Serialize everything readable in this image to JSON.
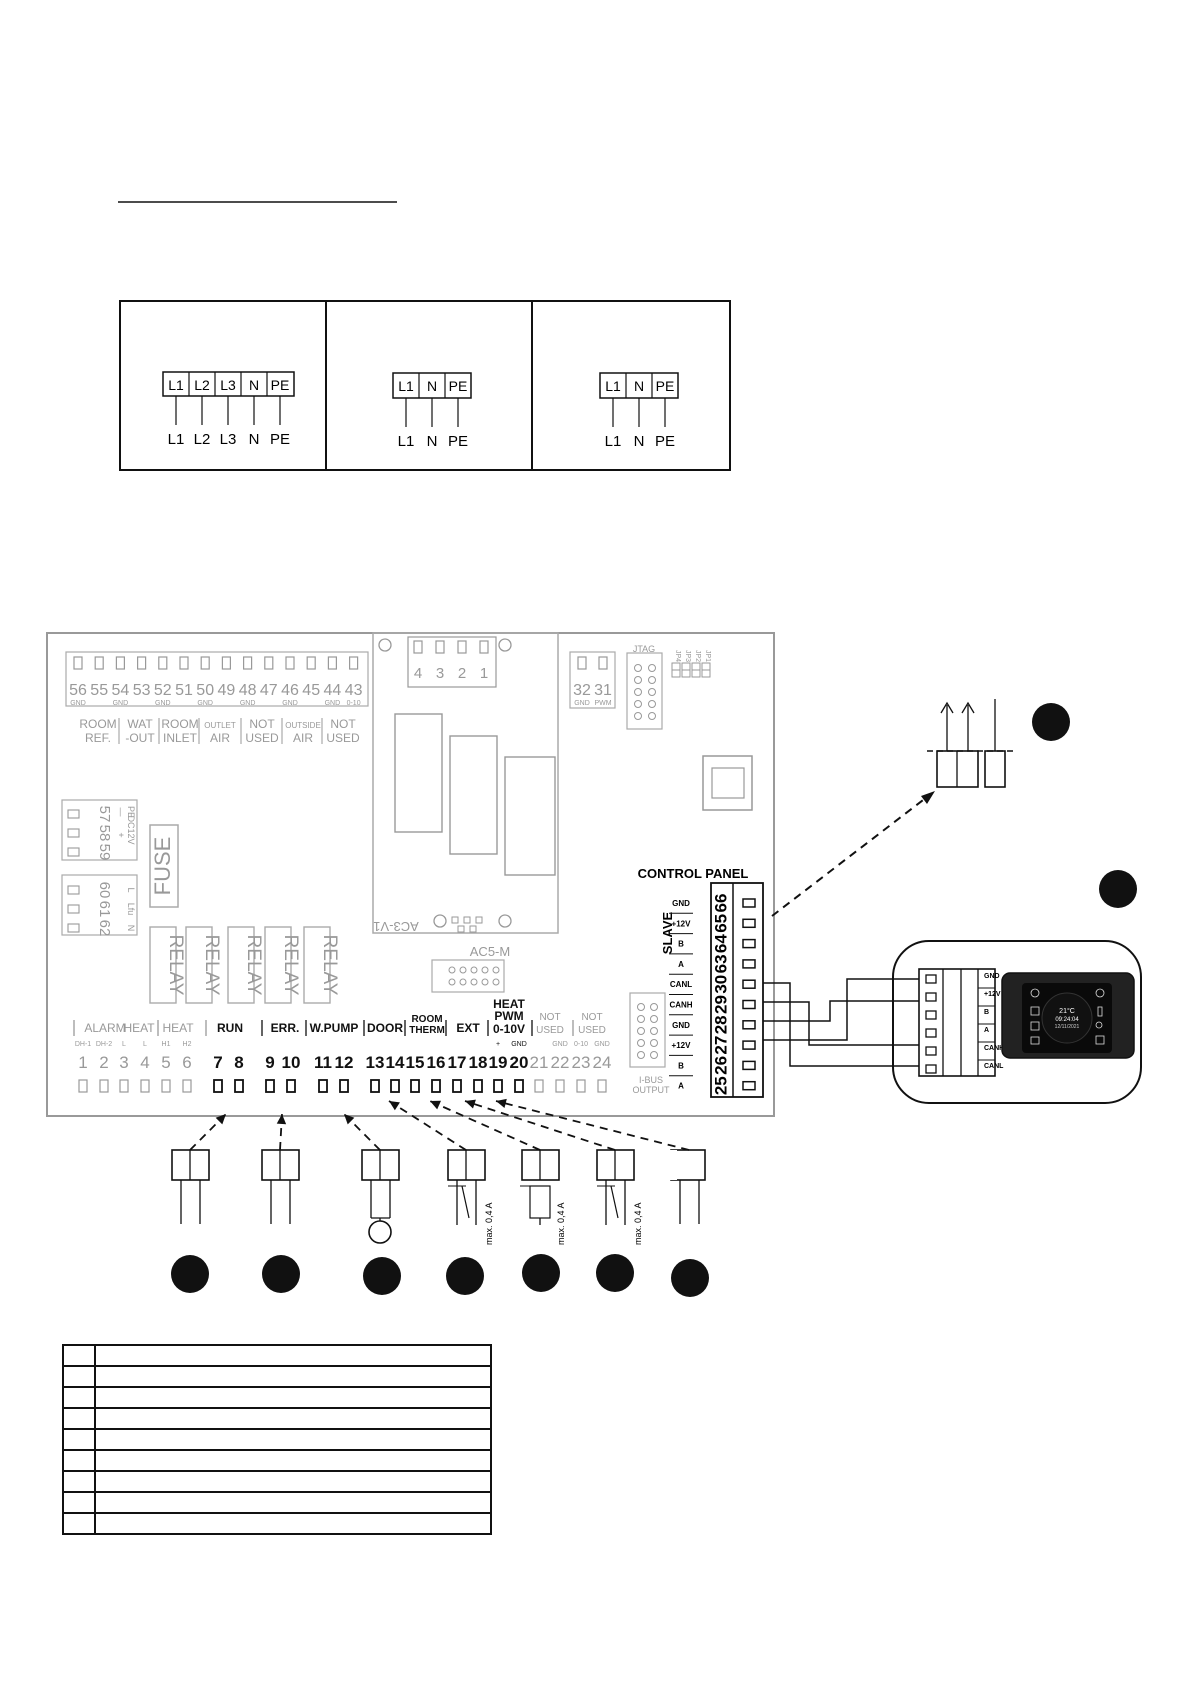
{
  "supply": {
    "boxes": [
      {
        "terminals": [
          "L1",
          "L2",
          "L3",
          "N",
          "PE"
        ],
        "wires": [
          "L1",
          "L2",
          "L3",
          "N",
          "PE"
        ]
      },
      {
        "terminals": [
          "L1",
          "N",
          "PE"
        ],
        "wires": [
          "L1",
          "N",
          "PE"
        ]
      },
      {
        "terminals": [
          "L1",
          "N",
          "PE"
        ],
        "wires": [
          "L1",
          "N",
          "PE"
        ]
      }
    ]
  },
  "board": {
    "top_terminals": [
      "56",
      "55",
      "54",
      "53",
      "52",
      "51",
      "50",
      "49",
      "48",
      "47",
      "46",
      "45",
      "44",
      "43"
    ],
    "top_sublabels": [
      "GND",
      "GND",
      "GND",
      "GND",
      "GND",
      "GND",
      "GND",
      "0-10"
    ],
    "top_groups": [
      {
        "line1": "ROOM",
        "line2": "REF."
      },
      {
        "line1": "WAT",
        "line2": "-OUT"
      },
      {
        "line1": "ROOM",
        "line2": "INLET"
      },
      {
        "line1": "OUTLET",
        "line2": "AIR"
      },
      {
        "line1": "NOT",
        "line2": "USED"
      },
      {
        "line1": "OUTSIDE",
        "line2": "AIR"
      },
      {
        "line1": "NOT",
        "line2": "USED"
      }
    ],
    "module_terminals": [
      "4",
      "3",
      "2",
      "1"
    ],
    "module_label": "AC3-V1",
    "connector_label": "AC5-M",
    "pwm_terminals": [
      "32",
      "31"
    ],
    "pwm_sublabels": [
      "GND",
      "PWM"
    ],
    "jtag_label": "JTAG",
    "jumpers": [
      "JP4",
      "JP3",
      "JP2",
      "JP1"
    ],
    "left_terminals_a": [
      "57",
      "58",
      "59"
    ],
    "left_labels_a": [
      "PE",
      "DC12V",
      "—",
      "+"
    ],
    "left_terminals_b": [
      "60",
      "61",
      "62"
    ],
    "left_labels_b": [
      "L",
      "Lfu",
      "N"
    ],
    "fuse_label": "FUSE",
    "relays": [
      "RELAY",
      "RELAY",
      "RELAY",
      "RELAY",
      "RELAY"
    ],
    "bottom_terminals": [
      "1",
      "2",
      "3",
      "4",
      "5",
      "6",
      "7",
      "8",
      "9",
      "10",
      "11",
      "12",
      "13",
      "14",
      "15",
      "16",
      "17",
      "18",
      "19",
      "20",
      "21",
      "22",
      "23",
      "24"
    ],
    "bottom_sublabels": [
      "DH-1",
      "DH-2",
      "L",
      "L",
      "H1",
      "H2",
      "+",
      "GND",
      "GND",
      "0-10",
      "GND"
    ],
    "bottom_groups": [
      {
        "line1": "ALARM",
        "line2": "",
        "active": false
      },
      {
        "line1": "HEAT",
        "line2": "",
        "active": false
      },
      {
        "line1": "HEAT",
        "line2": "",
        "active": false
      },
      {
        "line1": "RUN",
        "line2": "",
        "active": true
      },
      {
        "line1": "ERR.",
        "line2": "",
        "active": true
      },
      {
        "line1": "W.PUMP",
        "line2": "",
        "active": true
      },
      {
        "line1": "DOOR",
        "line2": "",
        "active": true
      },
      {
        "line1": "ROOM",
        "line2": "THERM",
        "active": true
      },
      {
        "line1": "EXT",
        "line2": "",
        "active": true
      },
      {
        "line1": "HEAT",
        "line2": "PWM",
        "line3": "0-10V",
        "active": true
      },
      {
        "line1": "NOT",
        "line2": "USED",
        "active": false
      },
      {
        "line1": "NOT",
        "line2": "USED",
        "active": false
      }
    ],
    "ibus_label": "I-BUS",
    "ibus_sublabel": "OUTPUT",
    "control_panel_label": "CONTROL PANEL",
    "slave_label": "SLAVE",
    "panel_terminals": [
      "66",
      "65",
      "64",
      "63",
      "30",
      "29",
      "28",
      "27",
      "26",
      "25"
    ],
    "panel_labels": [
      "GND",
      "+12V",
      "B",
      "A",
      "CANL",
      "CANH",
      "GND",
      "+12V",
      "B",
      "A"
    ]
  },
  "controller": {
    "terminal_labels": [
      "GND",
      "+12V",
      "B",
      "A",
      "CANH",
      "CANL"
    ],
    "screen_temp": "21°C",
    "screen_time": "09:24:04",
    "screen_date": "12/11/2021"
  },
  "loads": {
    "rating_label": "max. 0,4 A"
  },
  "legend_rows": 9
}
